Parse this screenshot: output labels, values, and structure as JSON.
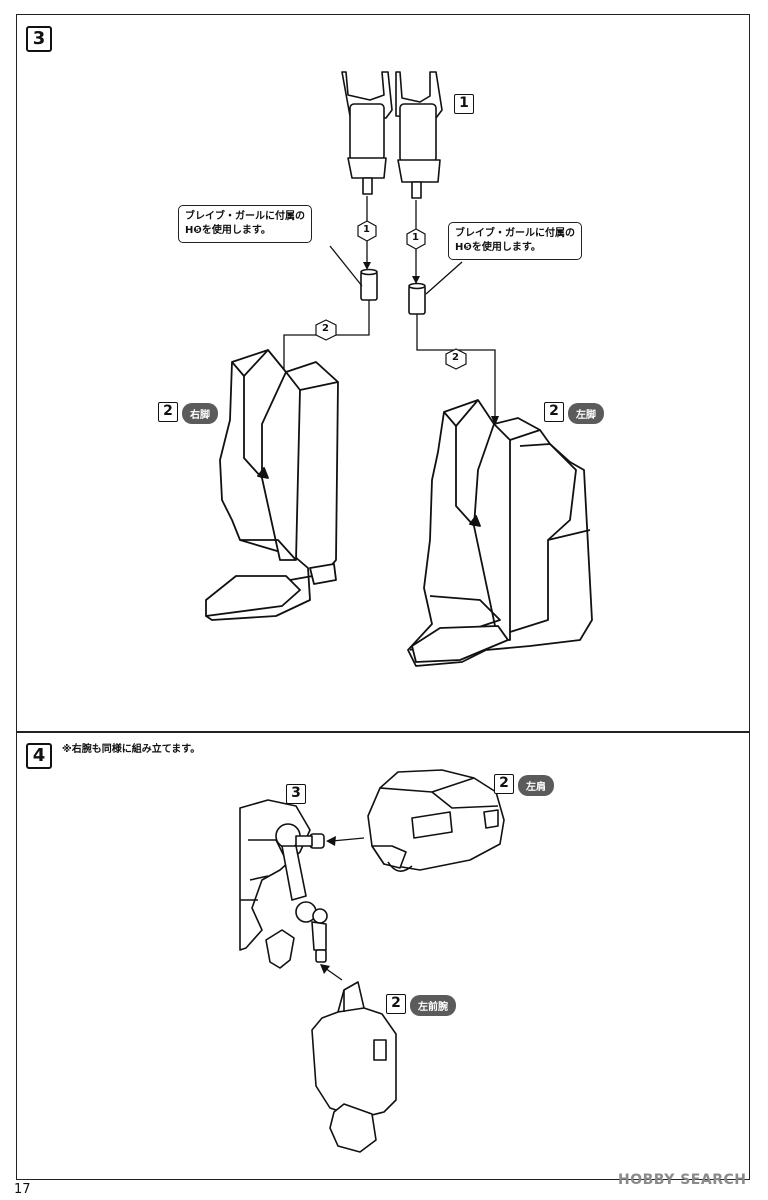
{
  "step3": {
    "number": "3",
    "ref_legs": "1",
    "callout_left": [
      "ブレイブ・ガールに付属の",
      "H❺を使用します。"
    ],
    "callout_right": [
      "ブレイブ・ガールに付属の",
      "H❺を使用します。"
    ],
    "order_1": "1",
    "order_2": "2",
    "right_leg": {
      "ref": "2",
      "label": "右脚"
    },
    "left_leg": {
      "ref": "2",
      "label": "左脚"
    }
  },
  "step4": {
    "number": "4",
    "note": "※右腕も同様に組み立てます。",
    "ref_body": "3",
    "left_shoulder": {
      "ref": "2",
      "label": "左肩"
    },
    "left_forearm": {
      "ref": "2",
      "label": "左前腕"
    }
  },
  "page_number": "17",
  "watermark": "HOBBY SEARCH"
}
